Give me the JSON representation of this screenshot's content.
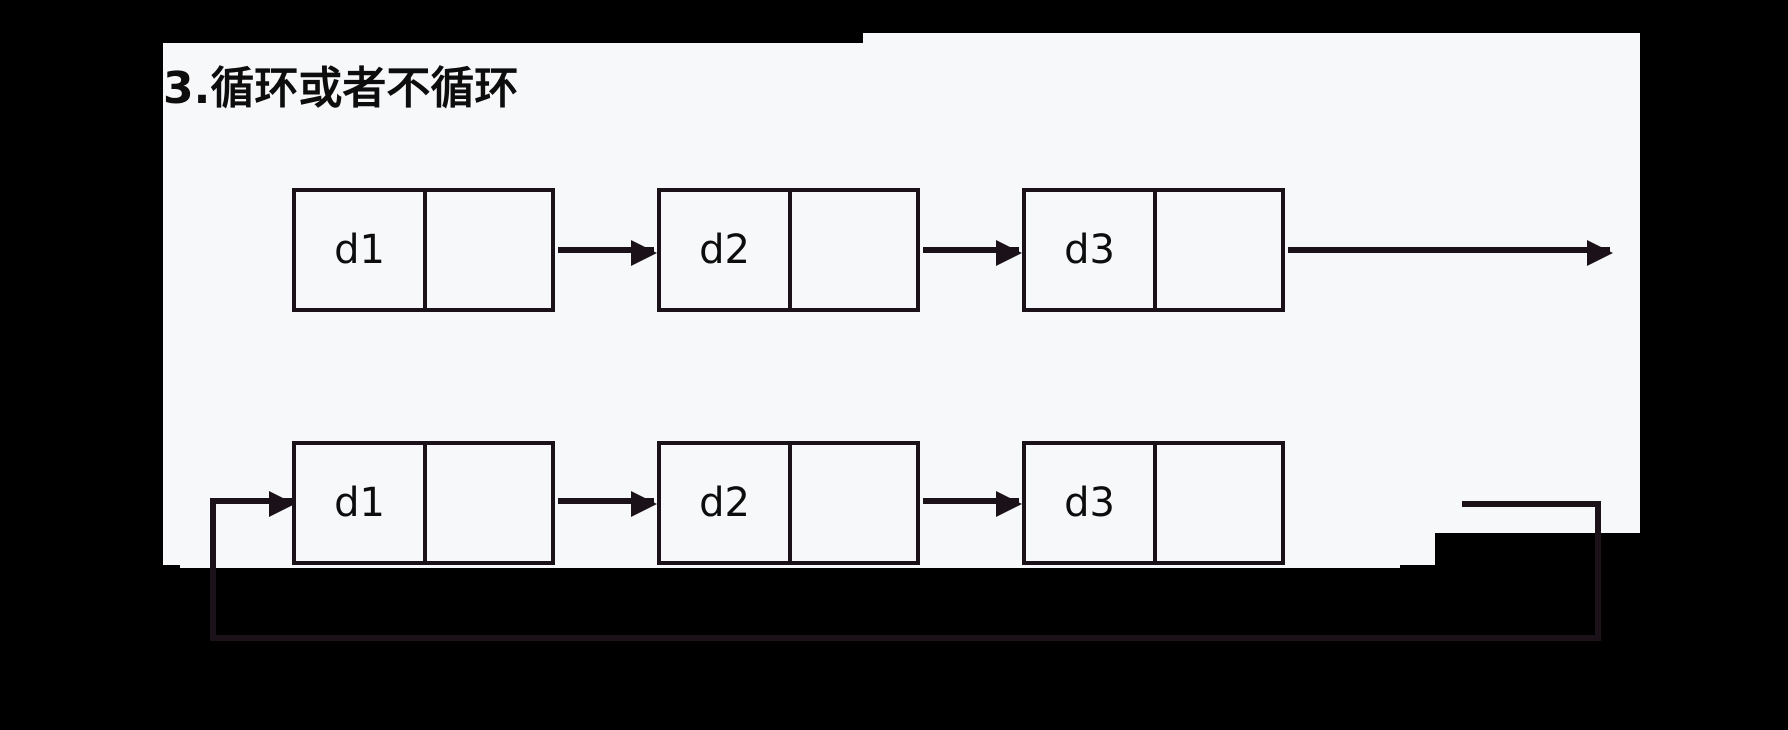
{
  "slide": {
    "title": "3.循环或者不循环",
    "background_color": "#000000",
    "panel_color": "#f7f8fa",
    "ink_color": "#1a1218"
  },
  "diagram": {
    "type": "linked-list",
    "rows": [
      {
        "name": "non-circular-list",
        "terminates": true,
        "nodes": [
          {
            "label": "d1",
            "pointer": ""
          },
          {
            "label": "d2",
            "pointer": ""
          },
          {
            "label": "d3",
            "pointer": ""
          }
        ],
        "arrows": [
          "d1-to-d2",
          "d2-to-d3",
          "d3-to-null"
        ]
      },
      {
        "name": "circular-list",
        "terminates": false,
        "nodes": [
          {
            "label": "d1",
            "pointer": ""
          },
          {
            "label": "d2",
            "pointer": ""
          },
          {
            "label": "d3",
            "pointer": ""
          }
        ],
        "arrows": [
          "d1-to-d2",
          "d2-to-d3",
          "d3-back-to-d1"
        ]
      }
    ]
  }
}
